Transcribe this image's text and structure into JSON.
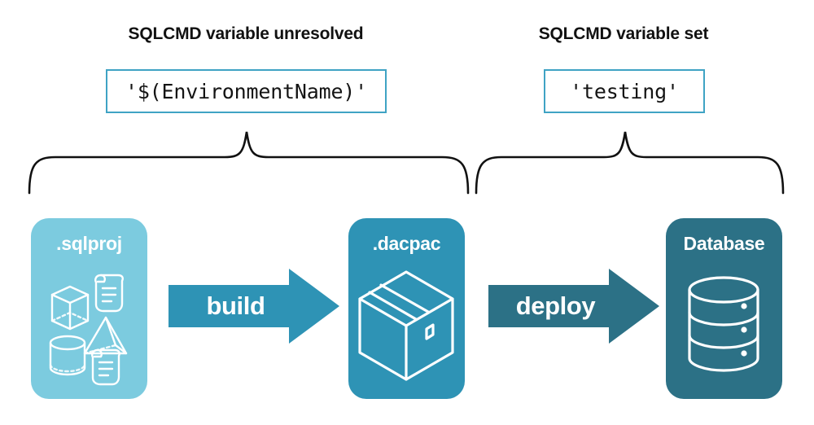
{
  "diagram": {
    "title_hidden": "SQLCMD variable resolution during build and deploy",
    "sections": [
      {
        "heading": "SQLCMD variable unresolved",
        "value": "'$(EnvironmentName)'"
      },
      {
        "heading": "SQLCMD variable set",
        "value": "'testing'"
      }
    ],
    "entities": [
      {
        "label": ".sqlproj",
        "icon": "project-shapes-icon",
        "color": "#7CCBDF"
      },
      {
        "label": ".dacpac",
        "icon": "package-box-icon",
        "color": "#2E93B5"
      },
      {
        "label": "Database",
        "icon": "database-cylinder-icon",
        "color": "#2C7186"
      }
    ],
    "arrows": [
      {
        "label": "build",
        "icon": "right-arrow-icon",
        "color": "#2E93B5"
      },
      {
        "label": "deploy",
        "icon": "right-arrow-icon",
        "color": "#2C7186"
      }
    ],
    "braces": [
      {
        "name": "left-brace",
        "color": "#111111"
      },
      {
        "name": "right-brace",
        "color": "#111111"
      }
    ],
    "colors": {
      "background": "#ffffff",
      "value_box_border": "#3FA3C4",
      "heading_text": "#111111",
      "light_teal": "#7CCBDF",
      "mid_teal": "#2E93B5",
      "dark_teal": "#2C7186",
      "icon_stroke": "#ffffff"
    }
  }
}
